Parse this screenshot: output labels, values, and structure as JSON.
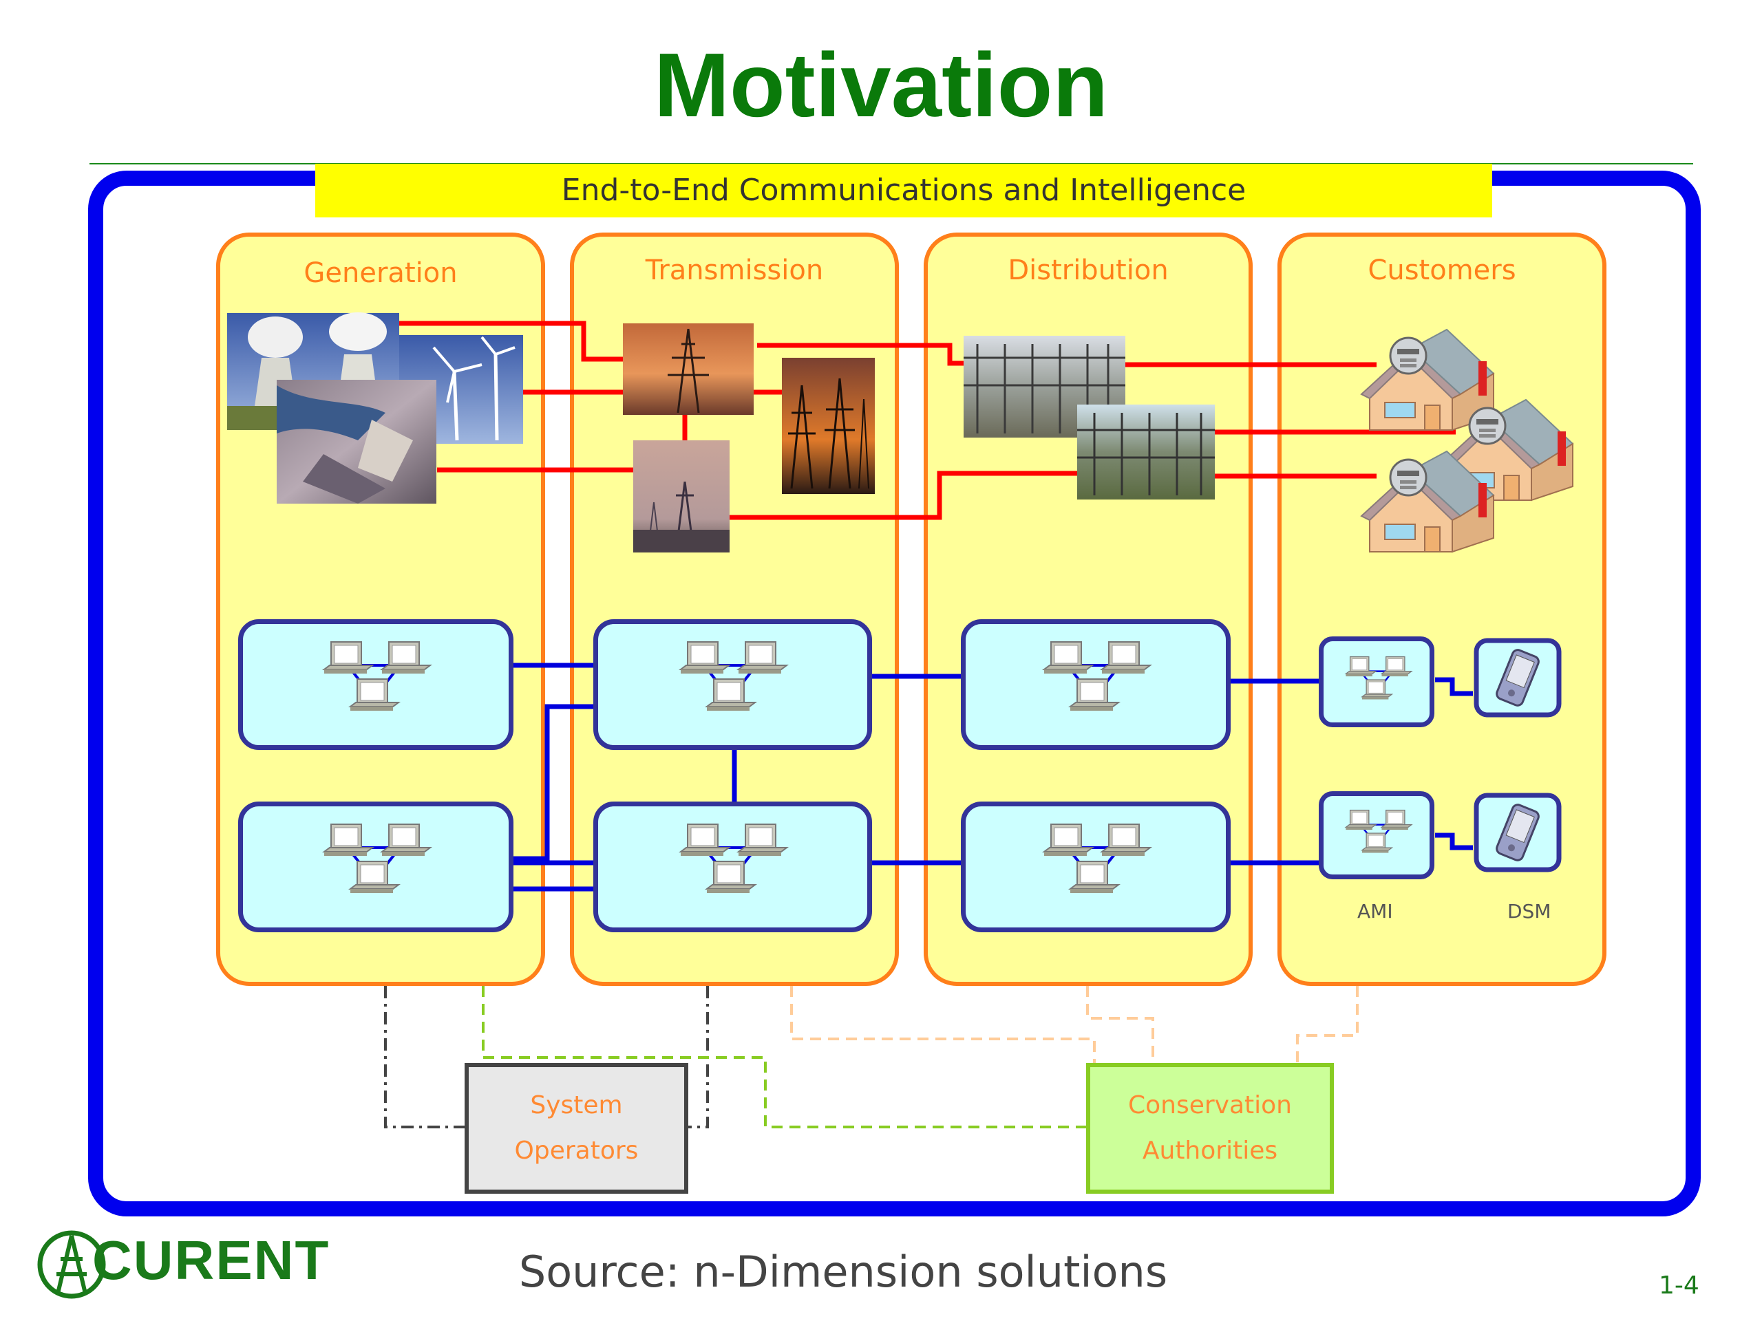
{
  "slide": {
    "title": "Motivation",
    "banner": "End-to-End Communications and Intelligence",
    "source": "Source: n-Dimension solutions",
    "page_number": "1-4",
    "logo_text": "CURENT"
  },
  "columns": [
    {
      "title": "Generation"
    },
    {
      "title": "Transmission"
    },
    {
      "title": "Distribution"
    },
    {
      "title": "Customers"
    }
  ],
  "customer_labels": {
    "ami": "AMI",
    "dsm": "DSM"
  },
  "bottom_boxes": {
    "system_operators": {
      "line1": "System",
      "line2": "Operators"
    },
    "conservation_authorities": {
      "line1": "Conservation",
      "line2": "Authorities"
    }
  },
  "colors": {
    "title_green": "#0a7a0a",
    "frame_blue": "#0000ee",
    "banner_yellow": "#ffff00",
    "column_fill": "#ffff99",
    "column_border": "#ff7f1a",
    "power_line": "#ff0000",
    "comm_line": "#0000dd",
    "net_fill": "#ccffff",
    "net_border": "#333399"
  }
}
